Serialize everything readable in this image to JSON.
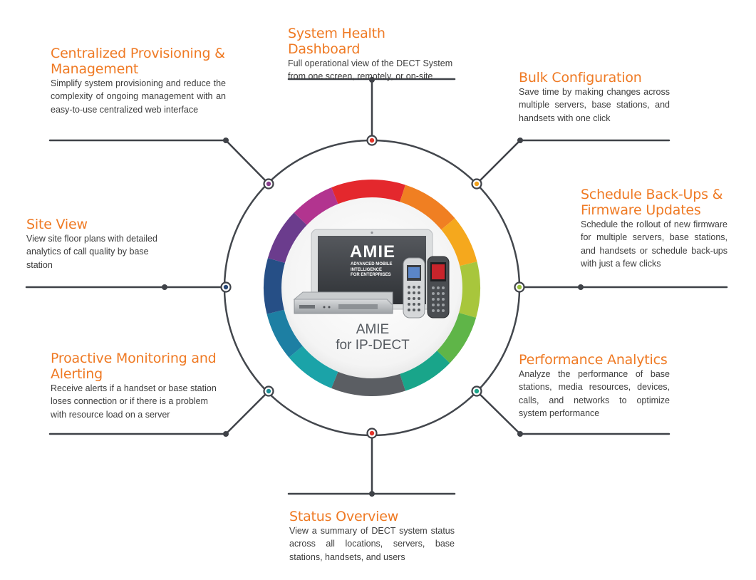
{
  "colors": {
    "accent": "#ef7a24",
    "line": "#3f4248",
    "ring": "#43474d",
    "marker_red": "#e3342a",
    "marker_purple": "#8a3f8f",
    "marker_navy": "#2a4a78",
    "marker_teal": "#1c8d96",
    "marker_orange": "#f2a21c",
    "marker_green": "#9ac13c",
    "marker_teal_green": "#1ba58a"
  },
  "center": {
    "product_line1": "AMIE",
    "product_line2": "for IP-DECT",
    "logo_word": "AMIE",
    "logo_sub": [
      "ADVANCED MOBILE",
      "INTELLIGENCE",
      "FOR ENTERPRISES"
    ]
  },
  "features": {
    "system_health": {
      "title": "System Health Dashboard",
      "description": "Full operational view of the DECT System from one screen, remotely, or on-site"
    },
    "centralized": {
      "title_line1": "Centralized Provisioning &",
      "title_line2": "Management",
      "description": "Simplify system provisioning and reduce the complexity of ongoing management with an easy-to-use centralized web interface"
    },
    "bulk": {
      "title": "Bulk Configuration",
      "description": "Save time by making changes across  multiple servers, base stations, and handsets with one click"
    },
    "schedule": {
      "title_line1": "Schedule Back-Ups &",
      "title_line2": "Firmware Updates",
      "description": "Schedule the rollout of new firmware for multiple servers, base stations, and handsets or schedule back-ups with just a few clicks"
    },
    "site_view": {
      "title": "Site View",
      "description": "View site floor plans with detailed analytics of call quality by base station"
    },
    "performance": {
      "title": "Performance Analytics",
      "description": "Analyze the performance of base stations, media resources, devices, calls, and networks to optimize system performance"
    },
    "proactive": {
      "title_line1": "Proactive Monitoring and",
      "title_line2": "Alerting",
      "description": "Receive alerts if a handset or base station loses connection or if there is a problem with resource load on a server"
    },
    "status": {
      "title": "Status Overview",
      "description": "View a summary of DECT system status across all locations, servers, base stations, handsets, and users"
    }
  }
}
